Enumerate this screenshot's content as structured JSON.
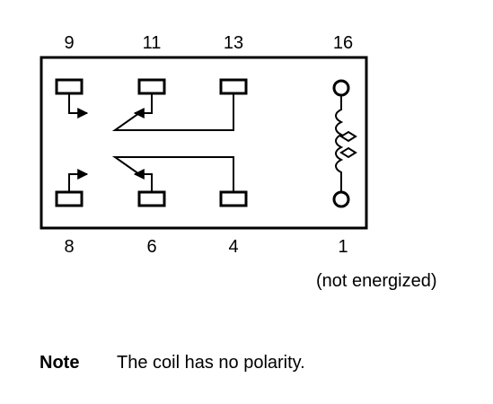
{
  "diagram": {
    "top_pins": [
      "9",
      "11",
      "13",
      "16"
    ],
    "bottom_pins": [
      "8",
      "6",
      "4",
      "1"
    ],
    "state_label": "(not energized)",
    "colors": {
      "line": "#000000",
      "background": "#ffffff"
    }
  },
  "note": {
    "heading": "Note",
    "text": "The coil has no polarity."
  }
}
